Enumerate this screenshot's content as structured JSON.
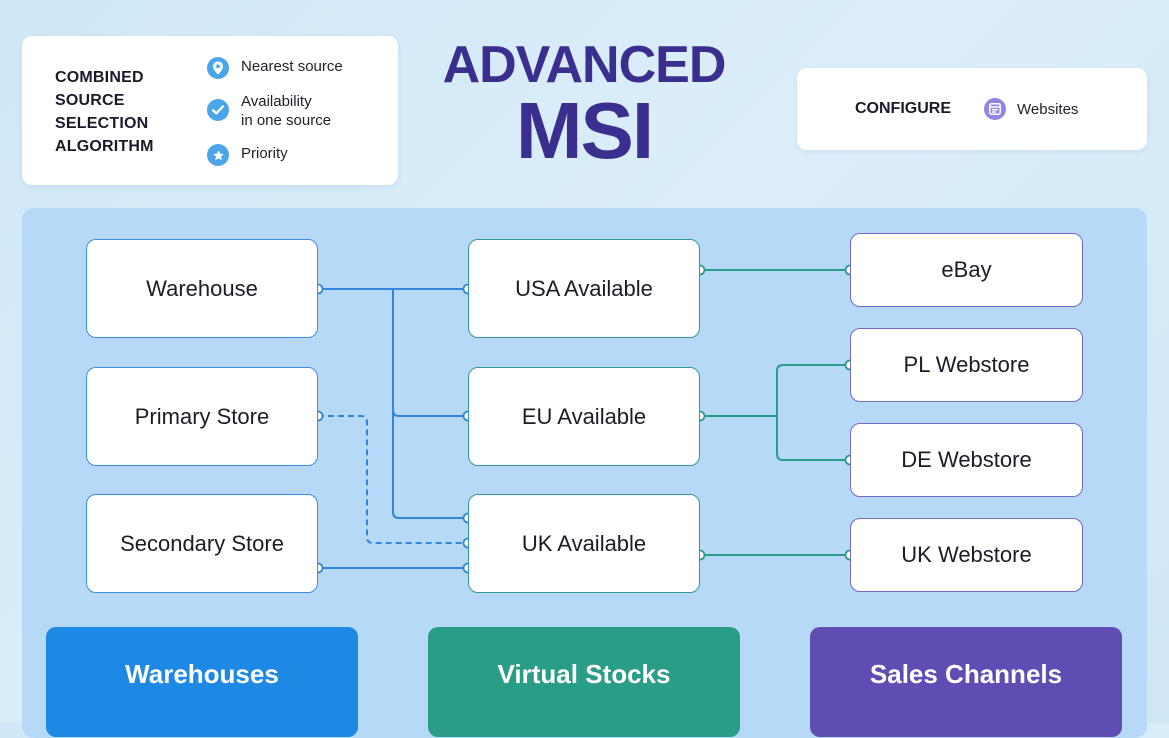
{
  "legend": {
    "title_lines": [
      "COMBINED",
      "SOURCE",
      "SELECTION",
      "ALGORITHM"
    ],
    "items": [
      {
        "icon": "location-pin-icon",
        "label": "Nearest source"
      },
      {
        "icon": "checkmark-icon",
        "label": "Availability\nin one source"
      },
      {
        "icon": "star-icon",
        "label": "Priority"
      }
    ]
  },
  "title": {
    "line1": "ADVANCED",
    "line2": "MSI"
  },
  "configure": {
    "label": "CONFIGURE",
    "icon": "browser-window-icon",
    "value": "Websites"
  },
  "sources": [
    "Warehouse",
    "Primary Store",
    "Secondary Store"
  ],
  "stocks": [
    "USA Available",
    "EU Available",
    "UK Available"
  ],
  "channels": [
    "eBay",
    "PL Webstore",
    "DE Webstore",
    "UK Webstore"
  ],
  "columns": [
    "Warehouses",
    "Virtual Stocks",
    "Sales Channels"
  ],
  "colors": {
    "title": "#3a2f8e",
    "warehouses": "#1e88e5",
    "virtual_stocks": "#2a9d87",
    "sales_channels": "#5f4db3",
    "source_link": "#2f86dc",
    "channel_link": "#2a9d87"
  },
  "connections": {
    "source_to_stock": [
      {
        "from": "Warehouse",
        "to": "USA Available",
        "style": "solid"
      },
      {
        "from": "Warehouse",
        "to": "EU Available",
        "style": "solid"
      },
      {
        "from": "Warehouse",
        "to": "UK Available",
        "style": "solid"
      },
      {
        "from": "Primary Store",
        "to": "UK Available",
        "style": "dashed"
      },
      {
        "from": "Secondary Store",
        "to": "UK Available",
        "style": "solid"
      }
    ],
    "stock_to_channel": [
      {
        "from": "USA Available",
        "to": "eBay"
      },
      {
        "from": "EU Available",
        "to": "PL Webstore"
      },
      {
        "from": "EU Available",
        "to": "DE Webstore"
      },
      {
        "from": "UK Available",
        "to": "UK Webstore"
      }
    ]
  }
}
